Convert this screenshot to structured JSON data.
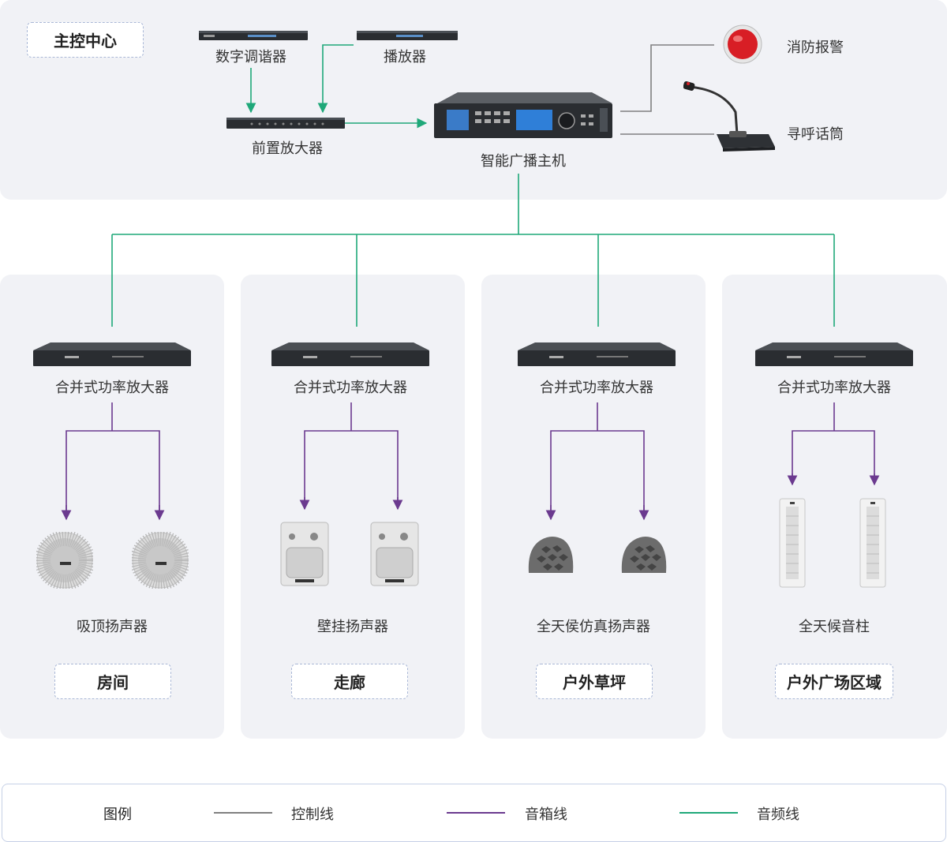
{
  "control_center": {
    "title": "主控中心",
    "tuner": "数字调谐器",
    "player": "播放器",
    "preamp": "前置放大器",
    "host": "智能广播主机",
    "fire_alarm": "消防报警",
    "paging_mic": "寻呼话筒"
  },
  "zones": [
    {
      "amp": "合并式功率放大器",
      "speaker": "吸顶扬声器",
      "area": "房间"
    },
    {
      "amp": "合并式功率放大器",
      "speaker": "壁挂扬声器",
      "area": "走廊"
    },
    {
      "amp": "合并式功率放大器",
      "speaker": "全天侯仿真扬声器",
      "area": "户外草坪"
    },
    {
      "amp": "合并式功率放大器",
      "speaker": "全天候音柱",
      "area": "户外广场区域"
    }
  ],
  "legend": {
    "title": "图例",
    "items": [
      {
        "label": "控制线",
        "color": "#808080"
      },
      {
        "label": "音箱线",
        "color": "#6b3a8f"
      },
      {
        "label": "音频线",
        "color": "#1fa879"
      }
    ]
  }
}
